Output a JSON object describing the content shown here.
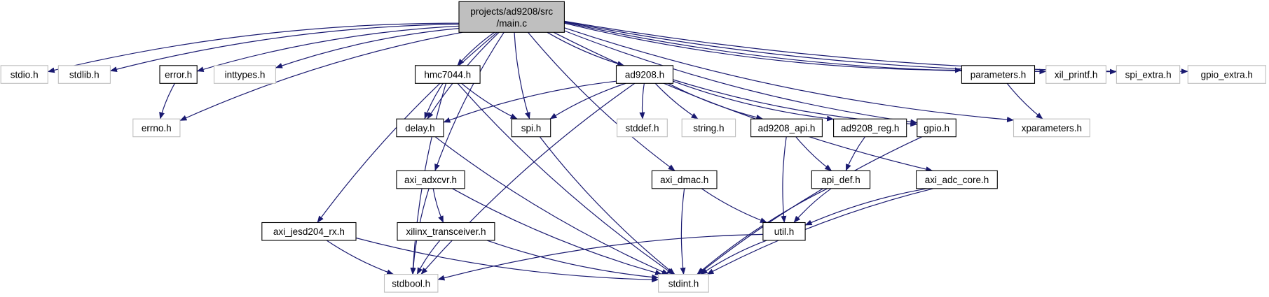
{
  "graph": {
    "colors": {
      "edge": "#191970",
      "node_border": "#000000",
      "external_border": "#bfbfbf",
      "root_fill": "#bfbfbf",
      "node_fill": "#ffffff"
    },
    "nodes": [
      {
        "id": "main",
        "lines": [
          "projects/ad9208/src",
          "/main.c"
        ],
        "kind": "root"
      },
      {
        "id": "stdio",
        "lines": [
          "stdio.h"
        ],
        "kind": "external"
      },
      {
        "id": "stdlib",
        "lines": [
          "stdlib.h"
        ],
        "kind": "external"
      },
      {
        "id": "error",
        "lines": [
          "error.h"
        ],
        "kind": "local"
      },
      {
        "id": "inttypes",
        "lines": [
          "inttypes.h"
        ],
        "kind": "external"
      },
      {
        "id": "hmc7044",
        "lines": [
          "hmc7044.h"
        ],
        "kind": "local"
      },
      {
        "id": "ad9208",
        "lines": [
          "ad9208.h"
        ],
        "kind": "local"
      },
      {
        "id": "parameters",
        "lines": [
          "parameters.h"
        ],
        "kind": "local"
      },
      {
        "id": "xilprintf",
        "lines": [
          "xil_printf.h"
        ],
        "kind": "external"
      },
      {
        "id": "spiextra",
        "lines": [
          "spi_extra.h"
        ],
        "kind": "external"
      },
      {
        "id": "gpioextra",
        "lines": [
          "gpio_extra.h"
        ],
        "kind": "external"
      },
      {
        "id": "errno",
        "lines": [
          "errno.h"
        ],
        "kind": "external"
      },
      {
        "id": "delay",
        "lines": [
          "delay.h"
        ],
        "kind": "local"
      },
      {
        "id": "spi",
        "lines": [
          "spi.h"
        ],
        "kind": "local"
      },
      {
        "id": "stddef",
        "lines": [
          "stddef.h"
        ],
        "kind": "external"
      },
      {
        "id": "string",
        "lines": [
          "string.h"
        ],
        "kind": "external"
      },
      {
        "id": "ad9208api",
        "lines": [
          "ad9208_api.h"
        ],
        "kind": "local"
      },
      {
        "id": "ad9208reg",
        "lines": [
          "ad9208_reg.h"
        ],
        "kind": "local"
      },
      {
        "id": "gpio",
        "lines": [
          "gpio.h"
        ],
        "kind": "local"
      },
      {
        "id": "xparameters",
        "lines": [
          "xparameters.h"
        ],
        "kind": "external"
      },
      {
        "id": "axiadxcvr",
        "lines": [
          "axi_adxcvr.h"
        ],
        "kind": "local"
      },
      {
        "id": "axidmac",
        "lines": [
          "axi_dmac.h"
        ],
        "kind": "local"
      },
      {
        "id": "apidef",
        "lines": [
          "api_def.h"
        ],
        "kind": "local"
      },
      {
        "id": "axiadccore",
        "lines": [
          "axi_adc_core.h"
        ],
        "kind": "local"
      },
      {
        "id": "axijesd",
        "lines": [
          "axi_jesd204_rx.h"
        ],
        "kind": "local"
      },
      {
        "id": "xilinx",
        "lines": [
          "xilinx_transceiver.h"
        ],
        "kind": "local"
      },
      {
        "id": "util",
        "lines": [
          "util.h"
        ],
        "kind": "local"
      },
      {
        "id": "stdbool",
        "lines": [
          "stdbool.h"
        ],
        "kind": "external"
      },
      {
        "id": "stdint",
        "lines": [
          "stdint.h"
        ],
        "kind": "external"
      }
    ],
    "edges": [
      [
        "main",
        "stdio"
      ],
      [
        "main",
        "stdlib"
      ],
      [
        "main",
        "error"
      ],
      [
        "main",
        "inttypes"
      ],
      [
        "main",
        "errno"
      ],
      [
        "main",
        "hmc7044"
      ],
      [
        "main",
        "delay"
      ],
      [
        "main",
        "spi"
      ],
      [
        "main",
        "ad9208"
      ],
      [
        "main",
        "parameters"
      ],
      [
        "main",
        "xilprintf"
      ],
      [
        "main",
        "spiextra"
      ],
      [
        "main",
        "gpioextra"
      ],
      [
        "main",
        "xparameters"
      ],
      [
        "main",
        "gpio"
      ],
      [
        "main",
        "axiadxcvr"
      ],
      [
        "main",
        "axijesd"
      ],
      [
        "main",
        "axidmac"
      ],
      [
        "main",
        "axiadccore"
      ],
      [
        "error",
        "errno"
      ],
      [
        "parameters",
        "xparameters"
      ],
      [
        "hmc7044",
        "delay"
      ],
      [
        "hmc7044",
        "spi"
      ],
      [
        "hmc7044",
        "stdbool"
      ],
      [
        "hmc7044",
        "stdint"
      ],
      [
        "ad9208",
        "delay"
      ],
      [
        "ad9208",
        "spi"
      ],
      [
        "ad9208",
        "stddef"
      ],
      [
        "ad9208",
        "string"
      ],
      [
        "ad9208",
        "ad9208api"
      ],
      [
        "ad9208",
        "ad9208reg"
      ],
      [
        "ad9208",
        "gpio"
      ],
      [
        "ad9208",
        "stdbool"
      ],
      [
        "delay",
        "stdint"
      ],
      [
        "spi",
        "stdint"
      ],
      [
        "gpio",
        "stdint"
      ],
      [
        "ad9208api",
        "apidef"
      ],
      [
        "ad9208api",
        "util"
      ],
      [
        "ad9208reg",
        "apidef"
      ],
      [
        "apidef",
        "util"
      ],
      [
        "apidef",
        "stdint"
      ],
      [
        "axiadxcvr",
        "xilinx"
      ],
      [
        "axiadxcvr",
        "stdbool"
      ],
      [
        "axiadxcvr",
        "stdint"
      ],
      [
        "axidmac",
        "util"
      ],
      [
        "axidmac",
        "stdint"
      ],
      [
        "axiadccore",
        "util"
      ],
      [
        "axiadccore",
        "stdint"
      ],
      [
        "axijesd",
        "stdbool"
      ],
      [
        "axijesd",
        "stdint"
      ],
      [
        "xilinx",
        "stdbool"
      ],
      [
        "xilinx",
        "stdint"
      ],
      [
        "util",
        "stdbool"
      ],
      [
        "util",
        "stdint"
      ]
    ]
  }
}
